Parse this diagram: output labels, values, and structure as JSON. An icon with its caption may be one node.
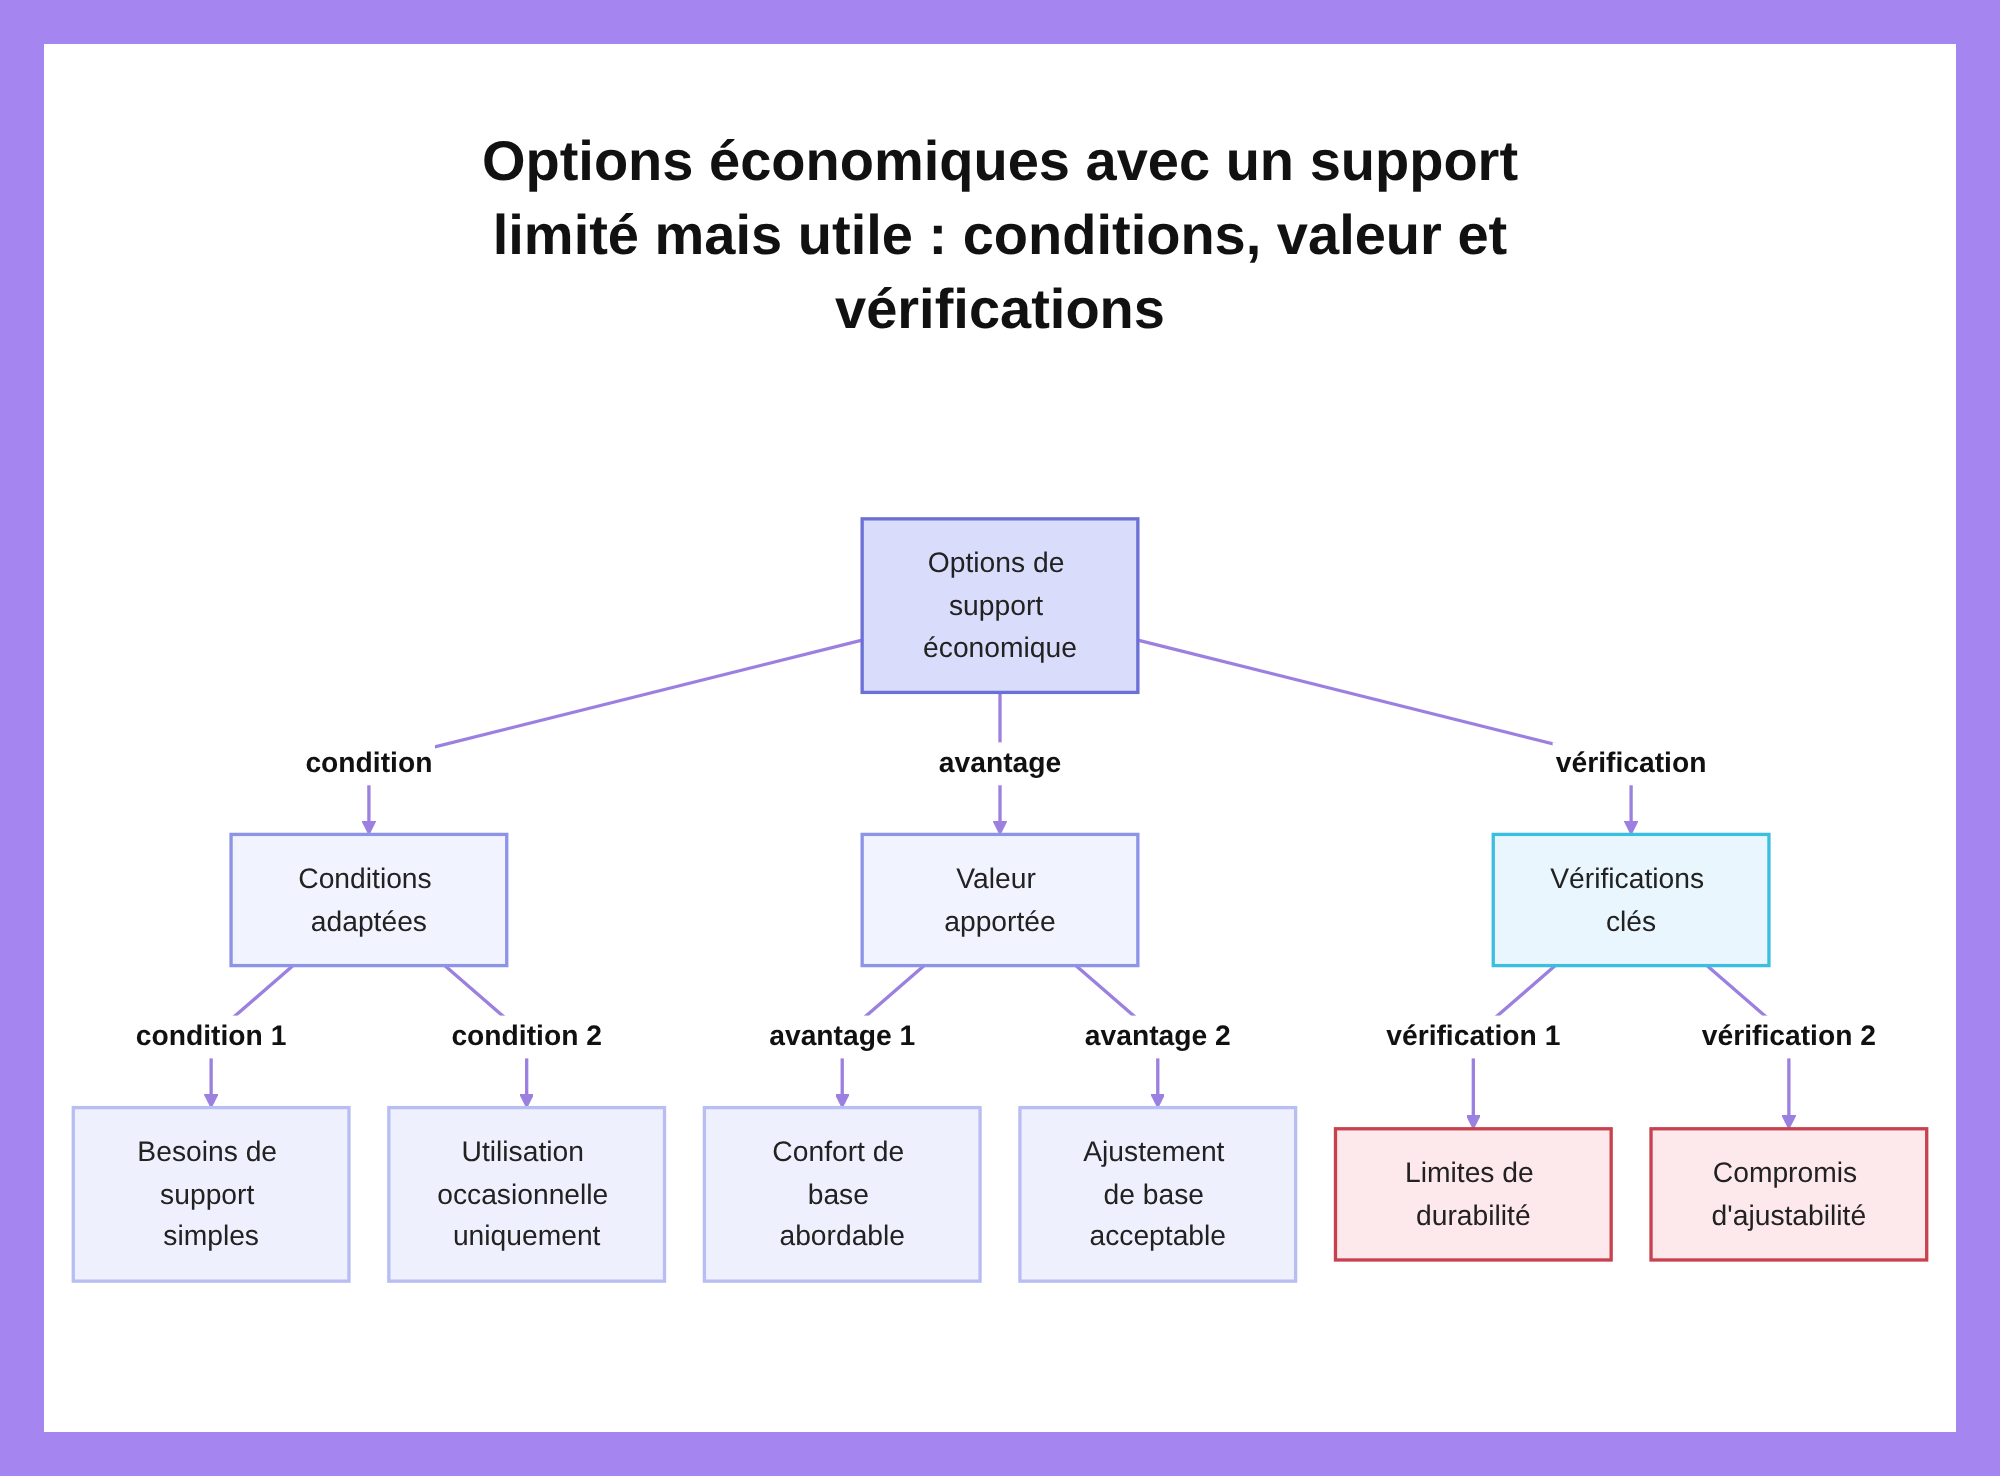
{
  "diagram": {
    "title": "Options économiques avec un support limité mais utile : conditions, valeur et vérifications",
    "nodes": [
      {
        "text": [
          "Options de support économique"
        ]
      },
      {
        "text": [
          "Conditions adaptées"
        ]
      },
      {
        "text": [
          "Valeur apportée"
        ]
      },
      {
        "text": [
          "Vérifications clés"
        ]
      },
      {
        "text": [
          "Besoins de support simples"
        ]
      },
      {
        "text": [
          "Utilisation occasionnelle uniquement"
        ]
      },
      {
        "text": [
          "Confort de base abordable"
        ]
      },
      {
        "text": [
          "Ajustement de base acceptable"
        ]
      },
      {
        "text": [
          "Limites de durabilité"
        ]
      },
      {
        "text": [
          "Compromis d'ajustabilité"
        ]
      }
    ],
    "edges": [
      {
        "from": 0,
        "to": 1,
        "arrow": "to",
        "label": "condition"
      },
      {
        "from": 0,
        "to": 2,
        "arrow": "to",
        "label": "avantage"
      },
      {
        "from": 0,
        "to": 3,
        "arrow": "to",
        "label": "vérification"
      },
      {
        "from": 1,
        "to": 4,
        "arrow": "to",
        "label": "condition 1"
      },
      {
        "from": 1,
        "to": 5,
        "arrow": "to",
        "label": "condition 2"
      },
      {
        "from": 2,
        "to": 6,
        "arrow": "to",
        "label": "avantage 1"
      },
      {
        "from": 2,
        "to": 7,
        "arrow": "to",
        "label": "avantage 2"
      },
      {
        "from": 3,
        "to": 8,
        "arrow": "to",
        "label": "vérification 1"
      },
      {
        "from": 3,
        "to": 9,
        "arrow": "to",
        "label": "vérification 2"
      }
    ]
  }
}
